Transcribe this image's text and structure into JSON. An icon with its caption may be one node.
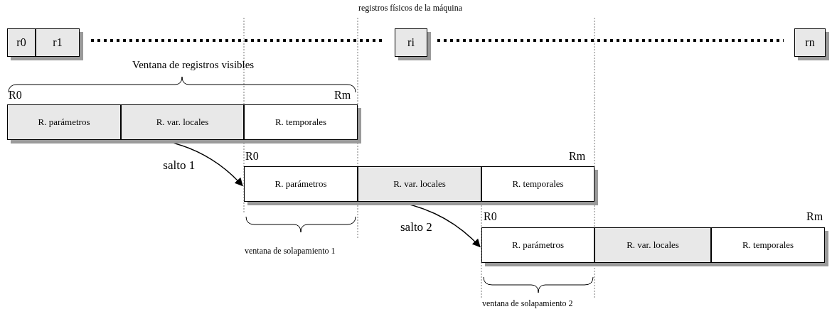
{
  "diagram": {
    "nodes": [
      {
        "text": [
          "r0"
        ]
      },
      {
        "text": [
          "r1"
        ]
      },
      {
        "text": [
          "ri"
        ]
      },
      {
        "text": [
          "rn"
        ]
      },
      {
        "text": [
          "R. parámetros"
        ]
      },
      {
        "text": [
          "R. var. locales"
        ]
      },
      {
        "text": [
          "R. temporales"
        ]
      },
      {
        "text": [
          "R. parámetros"
        ]
      },
      {
        "text": [
          "R. var. locales"
        ]
      },
      {
        "text": [
          "R. temporales"
        ]
      },
      {
        "text": [
          "R. parámetros"
        ]
      },
      {
        "text": [
          "R. var. locales"
        ]
      },
      {
        "text": [
          "R. temporales"
        ]
      }
    ],
    "edges": [
      {
        "from": 5,
        "to": 7,
        "arrow": "to",
        "label": "salto 1"
      },
      {
        "from": 8,
        "to": 10,
        "arrow": "to",
        "label": "salto 2"
      }
    ],
    "labels": [
      "registros físicos de la máquina",
      "Ventana de registros visibles",
      "R0",
      "Rm",
      "R0",
      "Rm",
      "R0",
      "Rm",
      "ventana de solapamiento 1",
      "ventana de solapamiento 2"
    ]
  }
}
